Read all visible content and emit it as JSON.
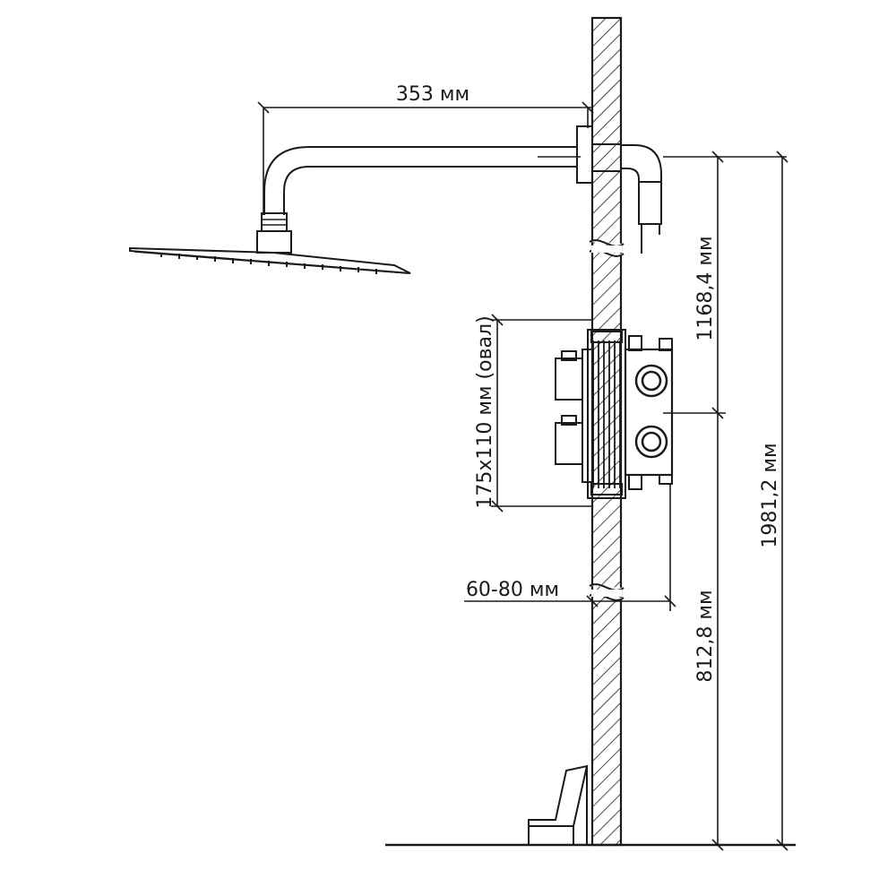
{
  "dimensions": {
    "arm_length": "353 мм",
    "top_height": "1168,4 мм",
    "total_height": "1981,2 мм",
    "valve_height": "812,8 мм",
    "cutout": "175х110 мм (овал)",
    "wall_depth": "60-80 мм"
  }
}
